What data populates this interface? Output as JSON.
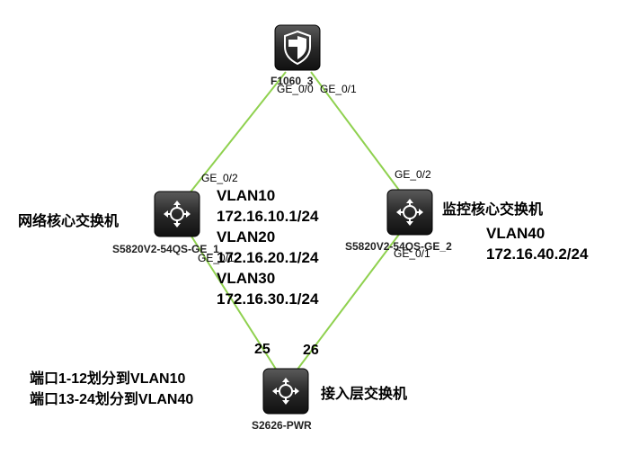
{
  "colors": {
    "link": "#8fd14f",
    "device_dark": "#1a1a1a",
    "device_light": "#5a5a5a"
  },
  "devices": {
    "firewall": {
      "name": "F1060_3",
      "icon": "firewall-shield-icon"
    },
    "core_switch": {
      "name": "S5820V2-54QS-GE_1",
      "role": "网络核心交换机",
      "icon": "switch-arrows-icon",
      "vlans": [
        "VLAN10",
        "172.16.10.1/24",
        "VLAN20",
        "172.16.20.1/24",
        "VLAN30",
        "172.16.30.1/24"
      ]
    },
    "monitor_switch": {
      "name": "S5820V2-54QS-GE_2",
      "role": "监控核心交换机",
      "icon": "switch-arrows-icon",
      "vlans": [
        "VLAN40",
        "172.16.40.2/24"
      ]
    },
    "access_switch": {
      "name": "S2626-PWR",
      "role": "接入层交换机",
      "icon": "switch-arrows-icon",
      "notes": [
        "端口1-12划分到VLAN10",
        "端口13-24划分到VLAN40"
      ]
    }
  },
  "ports": {
    "fw_left": "GE_0/0",
    "fw_right": "GE_0/1",
    "core_up": "GE_0/2",
    "core_down": "GE_0/1",
    "mon_up": "GE_0/2",
    "mon_down": "GE_0/1",
    "access_left": "25",
    "access_right": "26"
  }
}
